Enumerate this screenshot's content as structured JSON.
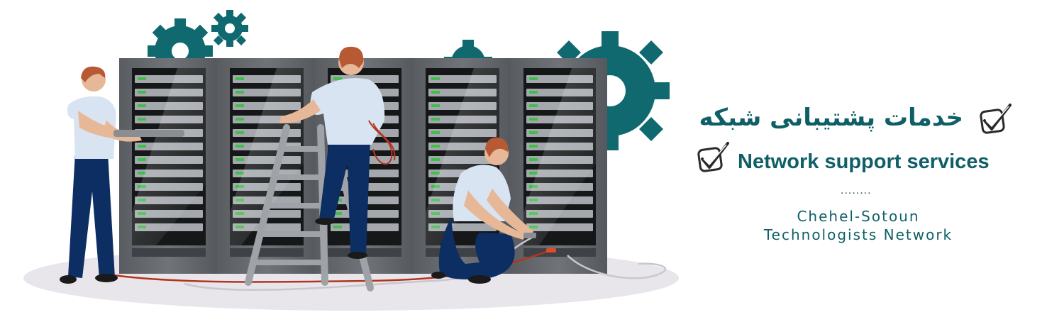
{
  "heading": {
    "persian_title": "خدمات پشتیبانی شبکه",
    "english_title": "Network support services"
  },
  "separator": "........",
  "company": {
    "line1": "Chehel-Sotoun",
    "line2": "Technologists Network"
  },
  "colors": {
    "brand_teal": "#0f5f67",
    "server_rack": "#666a6e",
    "shirt": "#d9e4f3",
    "pants": "#0d2e63",
    "floor": "#e8e5eb"
  },
  "icons": {
    "checkmark": "check-box-icon",
    "gear": "gear-icon"
  }
}
